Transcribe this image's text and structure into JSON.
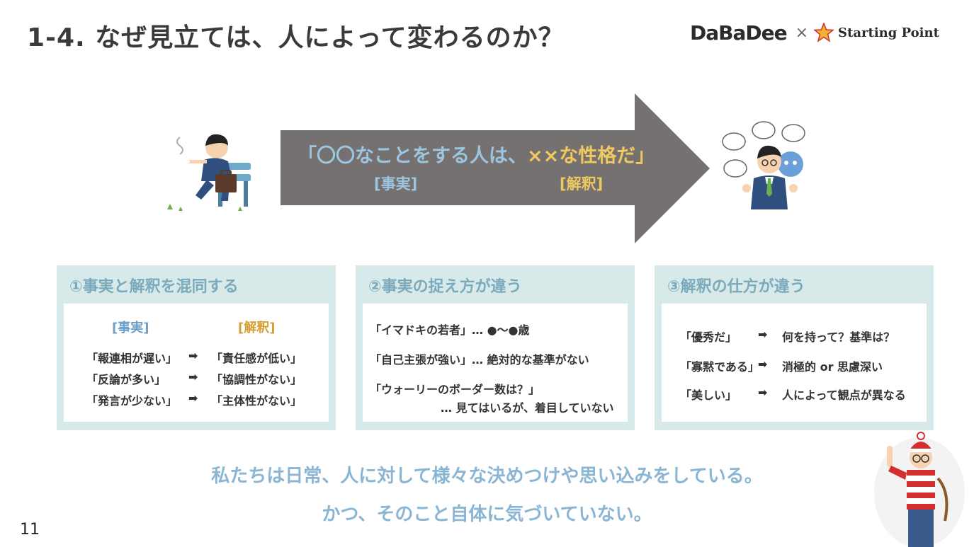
{
  "title": "1-4. なぜ見立ては、人によって変わるのか？",
  "logos": {
    "dabadee": "DaBaDee",
    "times": "×",
    "starting_point": "Starting Point"
  },
  "arrow": {
    "quote_open": "「〇〇なことをする人は、",
    "quote_interp": "××な性格だ",
    "quote_close": "」",
    "tag_fact": "[事実]",
    "tag_interp": "[解釈]"
  },
  "panels": [
    {
      "title": "①事実と解釈を混同する",
      "header_fact": "[事実]",
      "header_interp": "[解釈]",
      "rows": [
        {
          "fact": "「報連相が遅い」",
          "arrow": "➡",
          "interp": "「責任感が低い」"
        },
        {
          "fact": "「反論が多い」",
          "arrow": "➡",
          "interp": "「協調性がない」"
        },
        {
          "fact": "「発言が少ない」",
          "arrow": "➡",
          "interp": "「主体性がない」"
        }
      ]
    },
    {
      "title": "②事実の捉え方が違う",
      "lines": [
        "「イマドキの若者」… ●〜●歳",
        "「自己主張が強い」… 絶対的な基準がない",
        "「ウォーリーのボーダー数は？」",
        "… 見てはいるが、着目していない"
      ]
    },
    {
      "title": "③解釈の仕方が違う",
      "rows": [
        {
          "left": "「優秀だ」",
          "arrow": "➡",
          "right": "何を持って？基準は？"
        },
        {
          "left": "「寡黙である」",
          "arrow": "➡",
          "right": "消極的 or 思慮深い"
        },
        {
          "left": "「美しい」",
          "arrow": "➡",
          "right": "人によって観点が異なる"
        }
      ]
    }
  ],
  "conclusion": {
    "line1": "私たちは日常、人に対して様々な決めつけや思い込みをしている。",
    "line2": "かつ、そのこと自体に気づいていない。"
  },
  "page_number": "11",
  "icons": {
    "left_illustration": "businessman-smoking-on-bench-icon",
    "right_illustration": "businessman-with-thought-bubbles-icon",
    "corner_illustration": "waldo-character-icon",
    "logo_star": "star-icon"
  },
  "colors": {
    "arrow": "#757171",
    "fact_blue": "#9cc6e0",
    "interp_yellow": "#f0c860",
    "panel_bg": "#d8e9ea",
    "panel_title": "#7aaabb",
    "conclusion": "#8ab6d4"
  }
}
